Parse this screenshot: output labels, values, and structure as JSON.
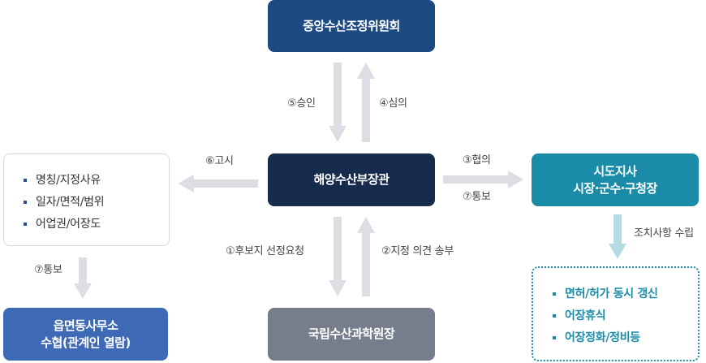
{
  "nodes": {
    "committee": {
      "lines": [
        "중앙수산조정위원회"
      ],
      "color": "#1c4a83"
    },
    "minister": {
      "lines": [
        "해양수산부장관"
      ],
      "color": "#172b4d"
    },
    "institute": {
      "lines": [
        "국립수산과학원장"
      ],
      "color": "#767d8b"
    },
    "governor": {
      "lines": [
        "시도지사",
        "시장·군수·구청장"
      ],
      "color": "#1b8ca7"
    },
    "office": {
      "lines": [
        "읍면동사무소",
        "수협(관계인 열람)"
      ],
      "color": "#3e69b5"
    }
  },
  "notice_box": {
    "items": [
      "명칭/지정사유",
      "일자/면적/범위",
      "어업권/어장도"
    ]
  },
  "action_box": {
    "items": [
      "면허/허가 동시 갱신",
      "어장휴식",
      "어장정화/정비등"
    ]
  },
  "edges": {
    "approval": "⑤승인",
    "deliberation": "④심의",
    "announcement": "⑥고시",
    "consultation": "③협의",
    "notify_governor": "⑦통보",
    "notify_office": "⑦통보",
    "candidate_request": "①후보지 선정요청",
    "opinion_send": "②지정 의견 송부",
    "measures": "조치사항 수립"
  },
  "colors": {
    "arrow_gray": "#dcdee3",
    "arrow_teal": "#b5dbe4"
  }
}
